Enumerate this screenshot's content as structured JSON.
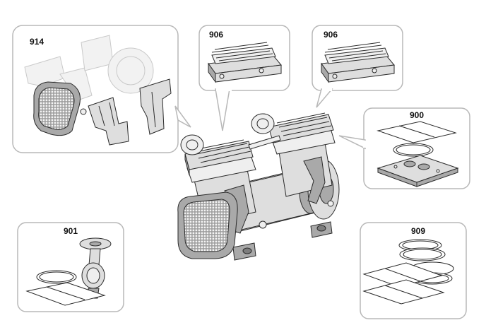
{
  "diagram": {
    "callouts": [
      {
        "id": "fan-housing-kit",
        "label": "914"
      },
      {
        "id": "head-kit-left",
        "label": "906"
      },
      {
        "id": "head-kit-right",
        "label": "906"
      },
      {
        "id": "valve-plate-kit",
        "label": "900"
      },
      {
        "id": "connecting-rod-kit",
        "label": "901"
      },
      {
        "id": "gasket-seal-kit",
        "label": "909"
      }
    ]
  }
}
